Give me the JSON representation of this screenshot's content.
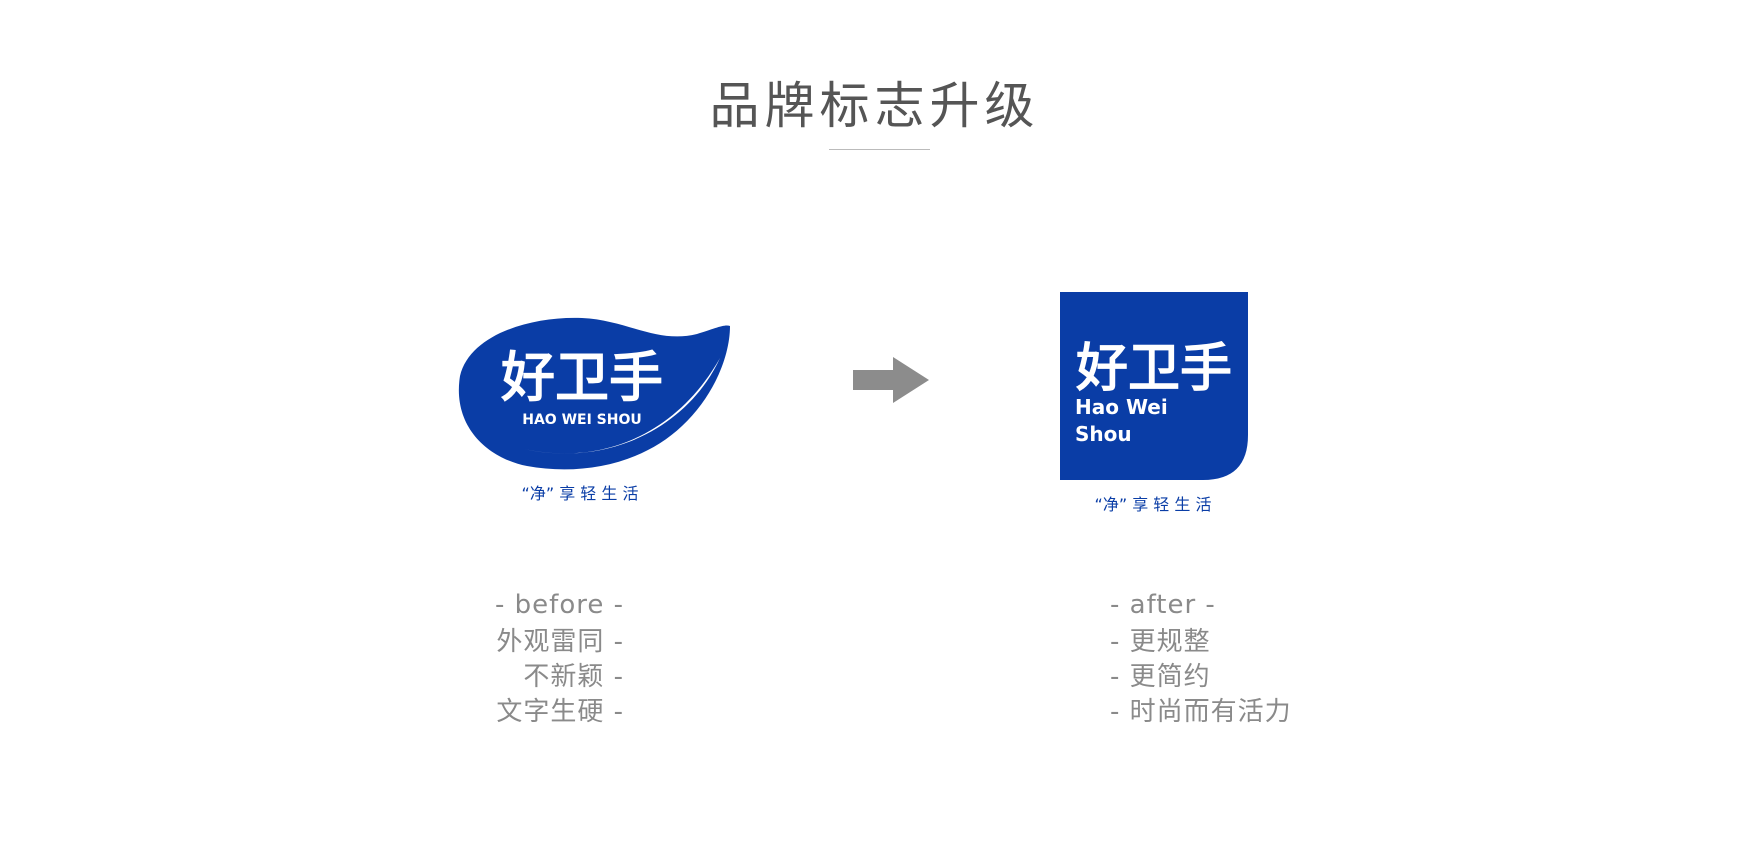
{
  "title": "品牌标志升级",
  "colors": {
    "brand_blue": "#0a3da6",
    "arrow_gray": "#8c8c8c",
    "caption_gray": "#8a8a8a",
    "title_gray": "#555555"
  },
  "before_logo": {
    "name_cn": "好卫手",
    "name_en": "HAO WEI SHOU",
    "slogan": "“净” 享 轻 生 活"
  },
  "after_logo": {
    "name_cn": "好卫手",
    "name_en_line1": "Hao Wei",
    "name_en_line2": "Shou",
    "slogan": "“净” 享 轻 生 活"
  },
  "before_caption": {
    "heading": "- before -",
    "lines": [
      "外观雷同 -",
      "不新颖 -",
      "文字生硬 -"
    ]
  },
  "after_caption": {
    "heading": "- after -",
    "lines": [
      "- 更规整",
      "- 更简约",
      "- 时尚而有活力"
    ]
  }
}
